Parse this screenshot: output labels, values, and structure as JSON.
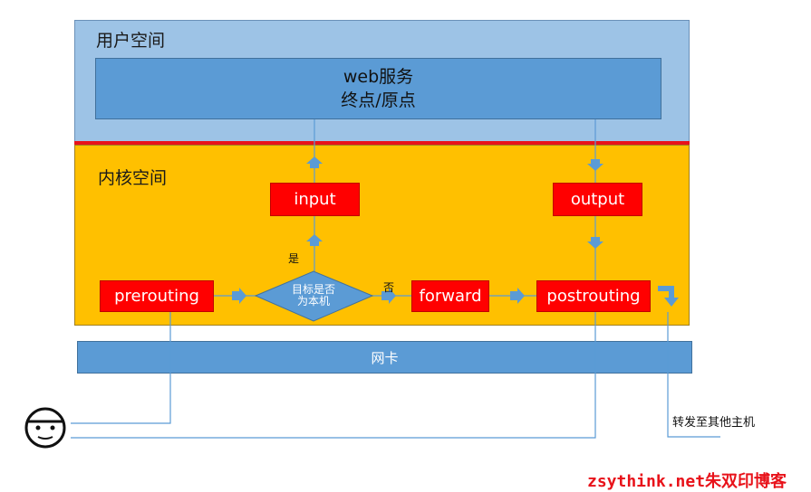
{
  "user_space": {
    "label": "用户空间"
  },
  "kernel_space": {
    "label": "内核空间"
  },
  "web_service": {
    "line1": "web服务",
    "line2": "终点/原点"
  },
  "chains": {
    "input": "input",
    "output": "output",
    "prerouting": "prerouting",
    "forward": "forward",
    "postrouting": "postrouting"
  },
  "decision": {
    "line1": "目标是否",
    "line2": "为本机"
  },
  "labels": {
    "yes": "是",
    "no": "否",
    "forward_to_other": "转发至其他主机"
  },
  "nic": {
    "label": "网卡"
  },
  "watermark": {
    "text": "zsythink.net朱双印博客"
  },
  "colors": {
    "user_space": "#9dc3e6",
    "kernel_space": "#ffc000",
    "chain_box": "#ff0000",
    "web_box": "#5b9bd5",
    "nic": "#5b9bd5",
    "divider": "#e8121a",
    "arrow": "#5b9bd5"
  },
  "icons": {
    "client": "smiley-face-icon"
  }
}
